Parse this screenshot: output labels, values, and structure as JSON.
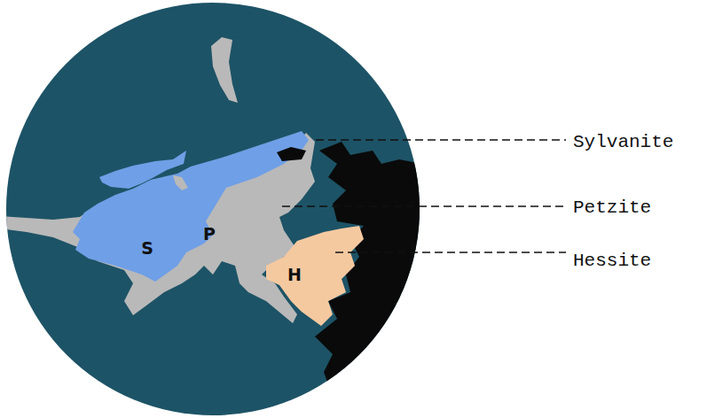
{
  "diagram": {
    "labels": [
      "S",
      "P",
      "H",
      "Sylvanite",
      "Petzite",
      "Hessite"
    ]
  }
}
